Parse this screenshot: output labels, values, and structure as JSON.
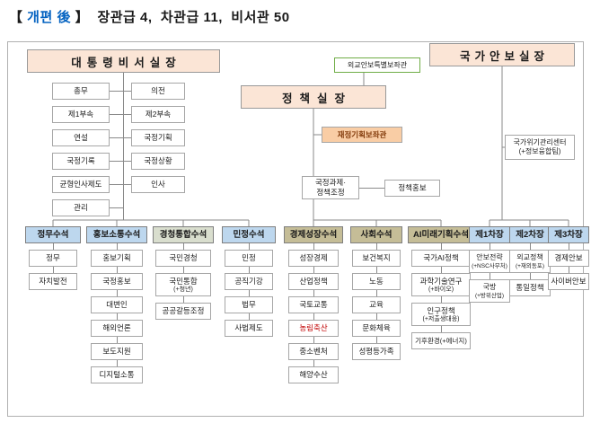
{
  "title": {
    "bracket_open": "【 ",
    "highlight": "개편 後",
    "bracket_close": " 】",
    "summary": "  장관급 4,  차관급 11,  비서관 50"
  },
  "colors": {
    "title_accent": "#0563C1",
    "top_box_bg": "#FBE5D6",
    "blue": "#BDD7EE",
    "sage": "#D9DECE",
    "khaki": "#C5BD97",
    "advisor_green_border": "#70AD47",
    "fiscal_bg": "#F9CDA5",
    "fiscal_text": "#843C0C",
    "red_text": "#C00000",
    "line": "#8A8A8A"
  },
  "top_boxes": {
    "chief_of_staff": "대통령비서실장",
    "policy_chief": "정책실장",
    "security_chief": "국가안보실장",
    "special_advisor": "외교안보특별보좌관",
    "fiscal_advisor": "재정기획보좌관",
    "task_coordination": "국정과제·\n정책조정",
    "policy_pr": "정책홍보",
    "crisis_center": "국가위기관리센터\n(+정보융합팀)"
  },
  "chief_office_columns": [
    [
      "총무",
      "제1부속",
      "연설",
      "국정기록",
      "균형인사제도",
      "관리"
    ],
    [
      "의전",
      "제2부속",
      "국정기획",
      "국정상황",
      "인사"
    ]
  ],
  "senior_columns": [
    {
      "id": "jeongmu",
      "header": "정무수석",
      "color": "blue",
      "items": [
        "정무",
        "자치발전"
      ]
    },
    {
      "id": "hongbo",
      "header": "홍보소통수석",
      "color": "blue",
      "items": [
        "홍보기획",
        "국정홍보",
        "대변인",
        "해외언론",
        "보도지원",
        "디지털소통"
      ]
    },
    {
      "id": "gyeongcheong",
      "header": "경청통합수석",
      "color": "sage",
      "items": [
        "국민경청",
        "국민통합\n(+청년)",
        "공공갈등조정"
      ]
    },
    {
      "id": "minjeong",
      "header": "민정수석",
      "color": "blue",
      "items": [
        "민정",
        "공직기강",
        "법무",
        "사법제도"
      ]
    },
    {
      "id": "gyeongje",
      "header": "경제성장수석",
      "color": "khaki",
      "items": [
        "성장경제",
        "산업정책",
        "국토교통",
        {
          "label": "농림축산",
          "red": true
        },
        "중소벤처",
        "해양수산"
      ]
    },
    {
      "id": "sahoe",
      "header": "사회수석",
      "color": "khaki",
      "items": [
        "보건복지",
        "노동",
        "교육",
        "문화체육",
        "성평등가족"
      ]
    },
    {
      "id": "ai",
      "header": "AI미래기획수석",
      "color": "khaki",
      "items": [
        "국가AI정책",
        "과학기술연구\n(+바이오)",
        "인구정책\n(+저출생대응)",
        {
          "label": "기후환경(+에너지)",
          "small": true
        }
      ]
    },
    {
      "id": "cha1",
      "header": "제1차장",
      "color": "blue",
      "items": [
        {
          "label": "안보전략\n(+NSC사무처)",
          "small": true
        },
        {
          "label": "국방\n(+방위산업)",
          "small": true
        }
      ]
    },
    {
      "id": "cha2",
      "header": "제2차장",
      "color": "blue",
      "items": [
        {
          "label": "외교정책\n(+재외동포)",
          "small": true
        },
        "통일정책"
      ]
    },
    {
      "id": "cha3",
      "header": "제3차장",
      "color": "blue",
      "items": [
        "경제안보",
        "사이버안보"
      ]
    }
  ]
}
